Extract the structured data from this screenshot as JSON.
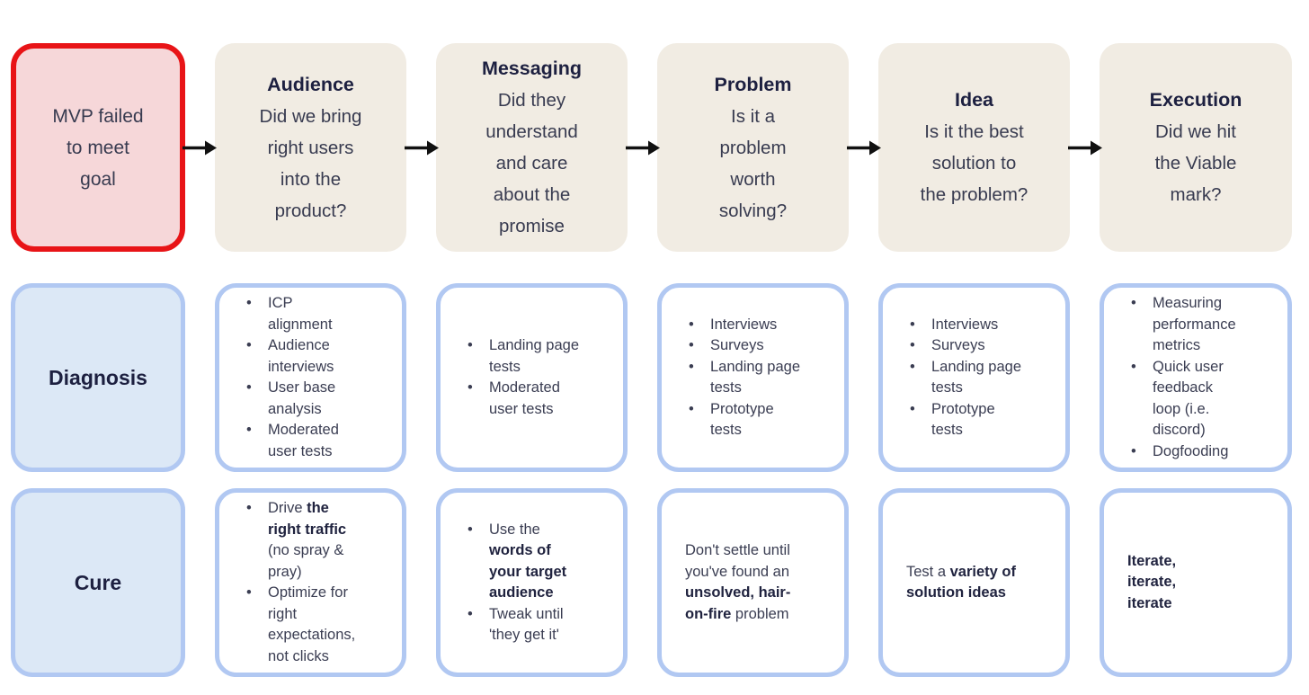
{
  "palette": {
    "red_border": "#e81417",
    "pink_fill": "#f6d7d9",
    "beige_fill": "#f1ece3",
    "blue_border": "#b1c8f2",
    "light_blue_fill": "#dce8f6",
    "heading_text": "#1d2040",
    "body_text": "#3a3d52",
    "arrow": "#111111"
  },
  "flow": {
    "start_text": "MVP failed\nto meet\ngoal",
    "stages": [
      {
        "title": "Audience",
        "question": "Did we bring\nright users\ninto the\nproduct?"
      },
      {
        "title": "Messaging",
        "question": "Did they\nunderstand\nand care\nabout the\npromise"
      },
      {
        "title": "Problem",
        "question": "Is it a\nproblem\nworth\nsolving?"
      },
      {
        "title": "Idea",
        "question": "Is it the best\nsolution to\nthe problem?"
      },
      {
        "title": "Execution",
        "question": "Did we hit\nthe Viable\nmark?"
      }
    ]
  },
  "rows": {
    "diagnosis": {
      "label": "Diagnosis",
      "cells": [
        {
          "type": "bullets",
          "items": [
            "ICP\nalignment",
            "Audience\ninterviews",
            "User base\nanalysis",
            "Moderated\nuser tests"
          ]
        },
        {
          "type": "bullets",
          "items": [
            "Landing page\ntests",
            "Moderated\nuser tests"
          ]
        },
        {
          "type": "bullets",
          "items": [
            "Interviews",
            "Surveys",
            "Landing page\ntests",
            "Prototype\ntests"
          ]
        },
        {
          "type": "bullets",
          "items": [
            "Interviews",
            "Surveys",
            "Landing page\ntests",
            "Prototype\ntests"
          ]
        },
        {
          "type": "bullets",
          "items": [
            "Measuring\nperformance\nmetrics",
            "Quick user\nfeedback\nloop (i.e.\ndiscord)",
            "Dogfooding"
          ]
        }
      ]
    },
    "cure": {
      "label": "Cure",
      "cells": [
        {
          "type": "bullets",
          "items": [
            [
              {
                "text": "Drive ",
                "bold": false
              },
              {
                "text": "the\nright traffic",
                "bold": true
              },
              {
                "text": "\n(no spray &\npray)",
                "bold": false
              }
            ],
            [
              {
                "text": "Optimize for\nright\nexpectations,\nnot clicks",
                "bold": false
              }
            ]
          ]
        },
        {
          "type": "bullets",
          "items": [
            [
              {
                "text": "Use the\n",
                "bold": false
              },
              {
                "text": "words of\nyour target\naudience",
                "bold": true
              }
            ],
            [
              {
                "text": "Tweak until\n'they get it'",
                "bold": false
              }
            ]
          ]
        },
        {
          "type": "paragraph",
          "segments": [
            {
              "text": "Don't settle until\nyou've found an\n",
              "bold": false
            },
            {
              "text": "unsolved, hair-\non-fire",
              "bold": true
            },
            {
              "text": " problem",
              "bold": false
            }
          ]
        },
        {
          "type": "paragraph",
          "segments": [
            {
              "text": "Test a ",
              "bold": false
            },
            {
              "text": "variety of\nsolution ideas",
              "bold": true
            }
          ]
        },
        {
          "type": "paragraph",
          "segments": [
            {
              "text": "Iterate,\niterate,\niterate",
              "bold": true
            }
          ]
        }
      ]
    }
  }
}
